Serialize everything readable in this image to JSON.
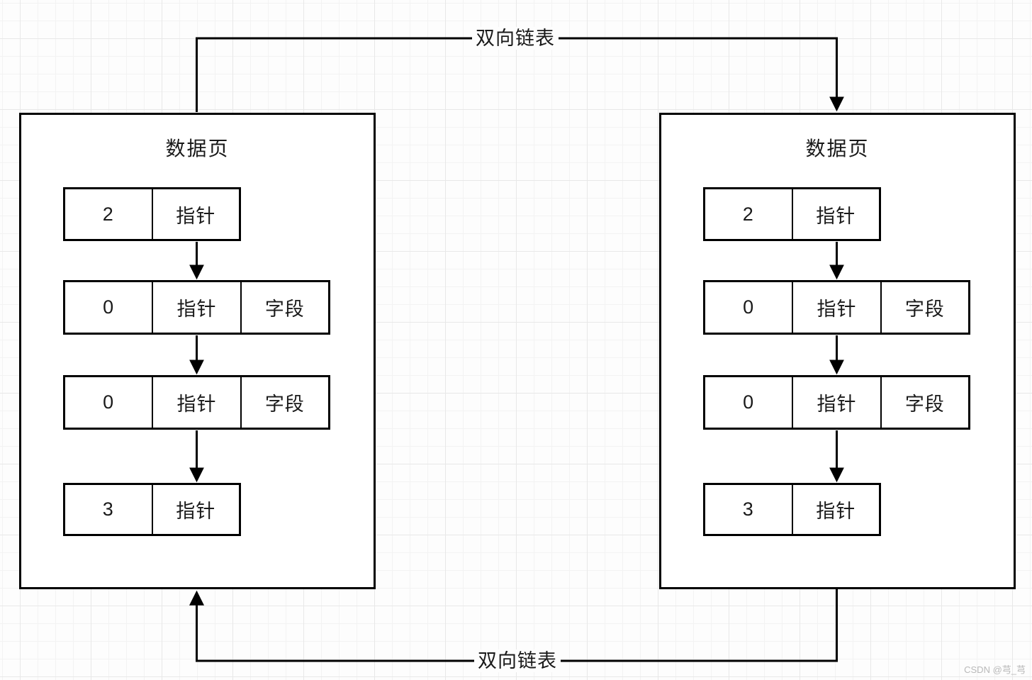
{
  "colors": {
    "line": "#000000",
    "text": "#1a1a1a",
    "canvas_bg": "#fdfdfd",
    "page_bg": "#ffffff",
    "grid_minor": "#f3f3f3",
    "grid_major": "#e8e8e8",
    "watermark": "#b9b9b9"
  },
  "connectors": {
    "top_label": "双向链表",
    "bottom_label": "双向链表"
  },
  "pages": [
    {
      "title": "数据页",
      "rows": [
        {
          "cells": [
            "2",
            "指针"
          ]
        },
        {
          "cells": [
            "0",
            "指针",
            "字段"
          ]
        },
        {
          "cells": [
            "0",
            "指针",
            "字段"
          ]
        },
        {
          "cells": [
            "3",
            "指针"
          ]
        }
      ]
    },
    {
      "title": "数据页",
      "rows": [
        {
          "cells": [
            "2",
            "指针"
          ]
        },
        {
          "cells": [
            "0",
            "指针",
            "字段"
          ]
        },
        {
          "cells": [
            "0",
            "指针",
            "字段"
          ]
        },
        {
          "cells": [
            "3",
            "指针"
          ]
        }
      ]
    }
  ],
  "watermark": "CSDN @芎_芎"
}
